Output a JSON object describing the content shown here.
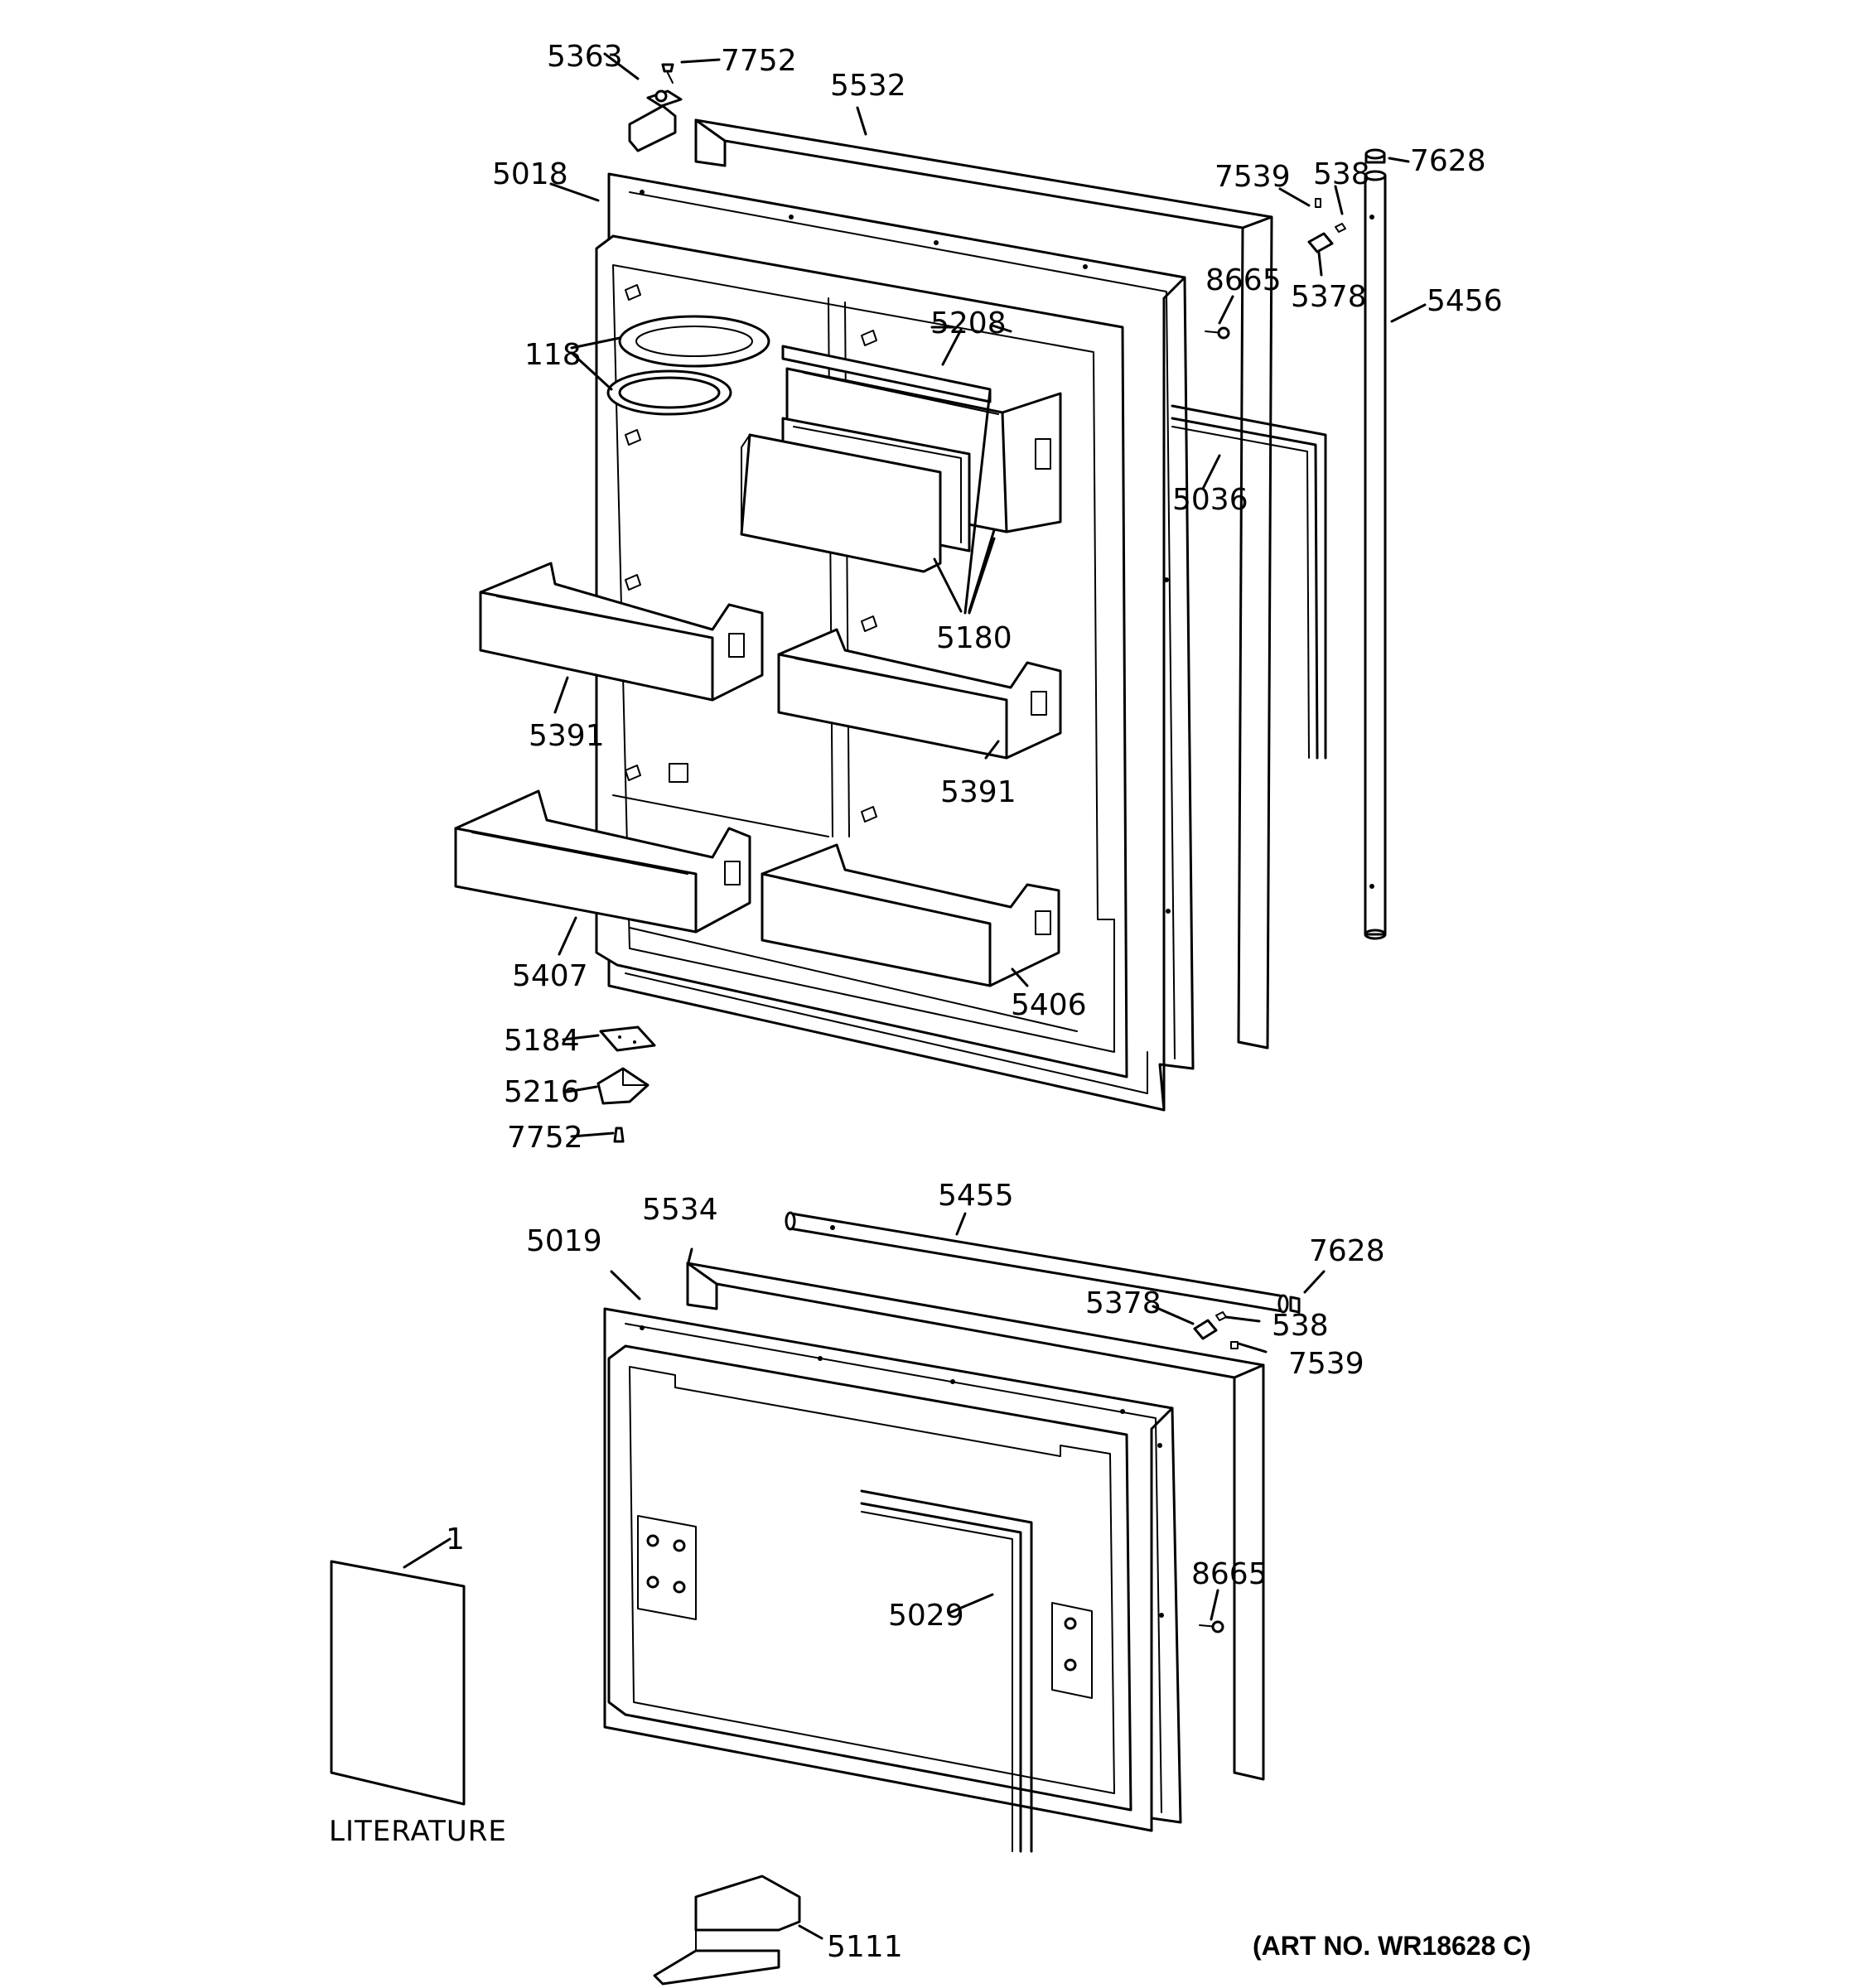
{
  "diagram": {
    "art_number": "(ART NO. WR18628 C)",
    "literature_label": "LITERATURE",
    "callouts": {
      "c5363": "5363",
      "c7752_top": "7752",
      "c5532": "5532",
      "c5018": "5018",
      "c7539_top": "7539",
      "c538_top": "538",
      "c7628_top": "7628",
      "c8665_top": "8665",
      "c5378_top": "5378",
      "c5456": "5456",
      "c118": "118",
      "c5208": "5208",
      "c5036": "5036",
      "c5180": "5180",
      "c5391_left": "5391",
      "c5391_right": "5391",
      "c5407": "5407",
      "c5406": "5406",
      "c5184": "5184",
      "c5216": "5216",
      "c7752_bottom": "7752",
      "c5455": "5455",
      "c5534": "5534",
      "c5019": "5019",
      "c7628_bottom": "7628",
      "c5378_bottom": "5378",
      "c538_bottom": "538",
      "c7539_bottom": "7539",
      "c1": "1",
      "c8665_bottom": "8665",
      "c5029": "5029",
      "c5111": "5111"
    }
  }
}
